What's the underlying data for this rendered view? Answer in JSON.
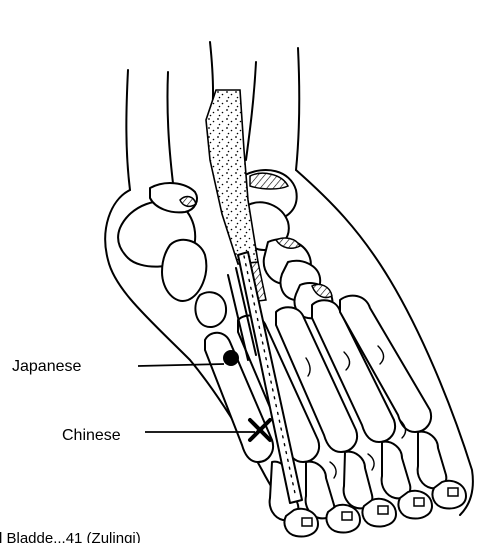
{
  "labels": {
    "japanese": "Japanese",
    "chinese": "Chinese"
  },
  "caption": "l Bladde...41 (Zulinqi)",
  "colors": {
    "ink": "#000000",
    "background": "#ffffff"
  }
}
